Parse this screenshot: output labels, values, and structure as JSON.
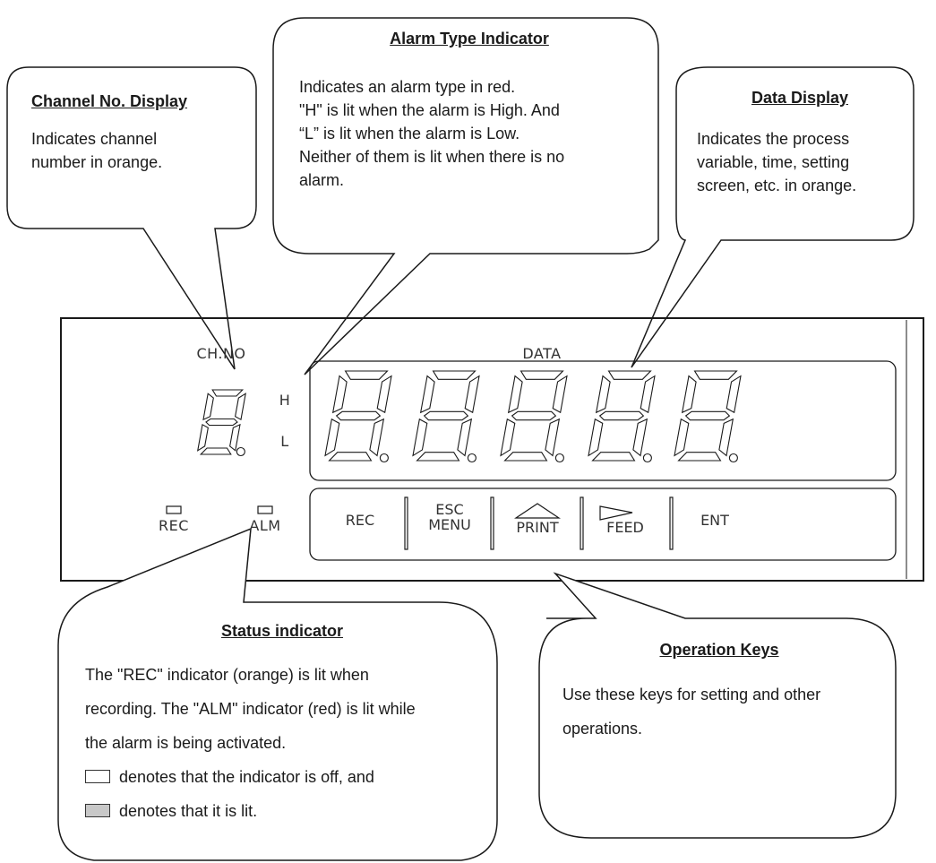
{
  "callouts": {
    "channel_no": {
      "title": "Channel No. Display",
      "body": "Indicates channel number in orange."
    },
    "alarm_type": {
      "title": "Alarm Type Indicator",
      "lines": [
        "Indicates an alarm type in red.",
        "\"H\" is lit when the alarm is High. And",
        "“L” is lit when the alarm is Low.",
        "Neither of them is lit when there is no",
        "alarm."
      ]
    },
    "data_display": {
      "title": "Data Display",
      "body": "Indicates the process variable, time, setting screen, etc. in orange."
    },
    "status": {
      "title": "Status indicator",
      "lines": [
        "The \"REC\" indicator (orange) is lit when",
        "recording. The \"ALM\" indicator (red) is lit while",
        "the alarm is being activated."
      ],
      "legend_off": "denotes that the indicator is off, and",
      "legend_on": "denotes that it is lit."
    },
    "operation_keys": {
      "title": "Operation Keys",
      "body": "Use these keys for setting and other operations."
    }
  },
  "panel": {
    "ch_label": "CH.NO",
    "data_label": "DATA",
    "h_label": "H",
    "l_label": "L",
    "rec_indicator": "REC",
    "alm_indicator": "ALM",
    "keys": [
      "REC",
      "ESC",
      "MENU",
      "PRINT",
      "FEED",
      "ENT"
    ]
  },
  "colors": {
    "line": "#1a1a1a",
    "lit_indicator": "#c8c8c8"
  }
}
